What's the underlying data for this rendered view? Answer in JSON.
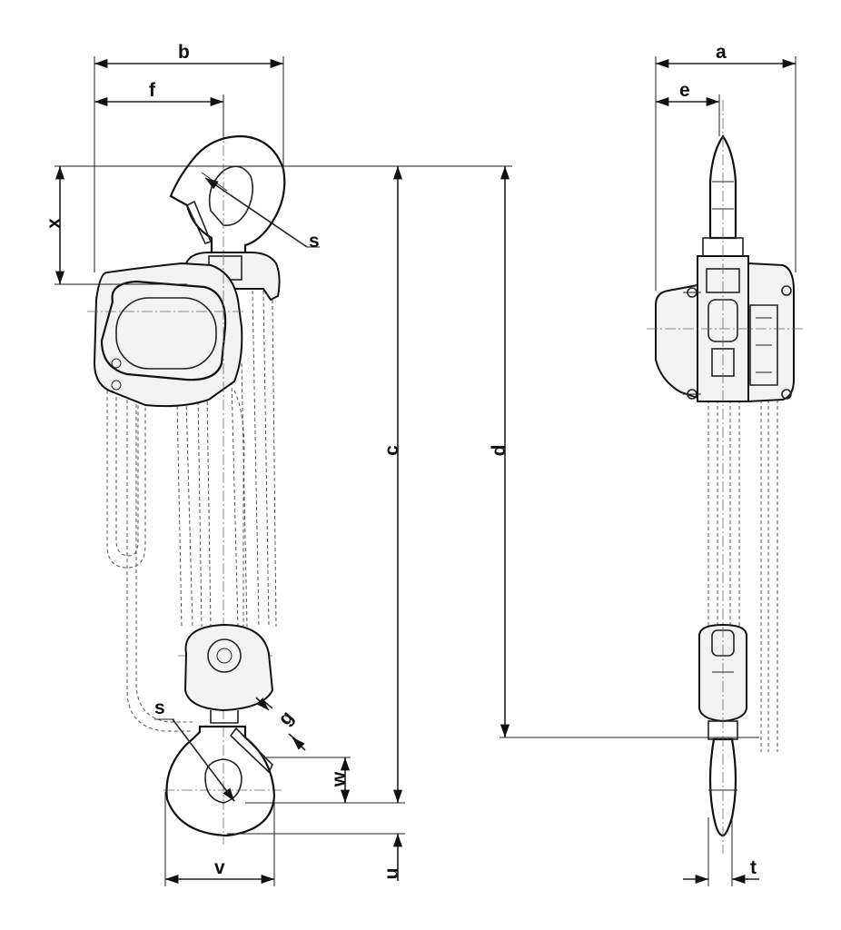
{
  "dimension_labels": {
    "a": "a",
    "b": "b",
    "c": "c",
    "d": "d",
    "e": "e",
    "f": "f",
    "g": "g",
    "s_top": "s",
    "s_bottom": "s",
    "t": "t",
    "u": "u",
    "v": "v",
    "w": "w",
    "x": "x"
  }
}
